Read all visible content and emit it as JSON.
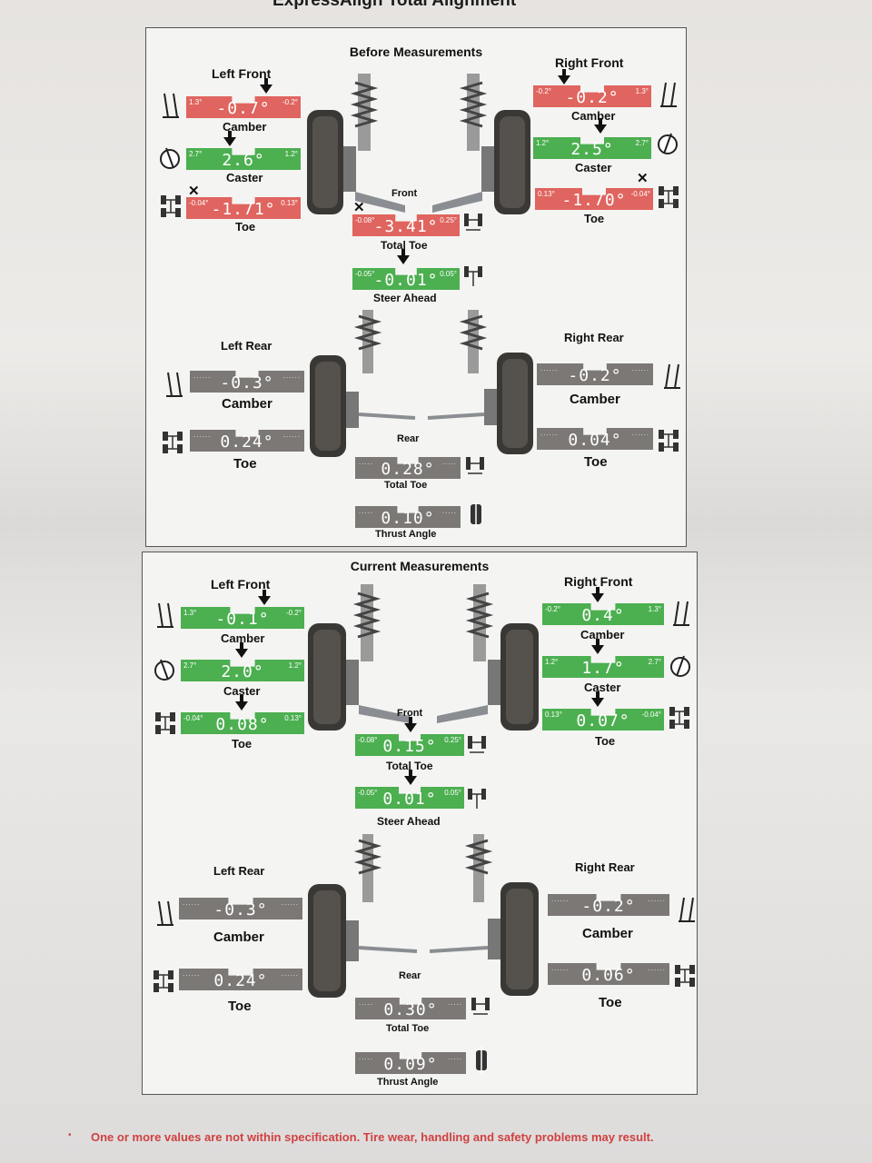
{
  "page_title": "ExpressAlign Total Alignment",
  "before": {
    "title": "Before Measurements",
    "left_front": {
      "title": "Left Front",
      "camber": {
        "label": "Camber",
        "value": "-0.7°",
        "min": "1.3°",
        "max": "-0.2°"
      },
      "caster": {
        "label": "Caster",
        "value": "2.6°",
        "min": "2.7°",
        "max": "1.2°"
      },
      "toe": {
        "label": "Toe",
        "value": "-1.71°",
        "min": "-0.04°",
        "max": "0.13°"
      }
    },
    "right_front": {
      "title": "Right Front",
      "camber": {
        "label": "Camber",
        "value": "-0.2°",
        "min": "-0.2°",
        "max": "1.3°"
      },
      "caster": {
        "label": "Caster",
        "value": "2.5°",
        "min": "1.2°",
        "max": "2.7°"
      },
      "toe": {
        "label": "Toe",
        "value": "-1.70°",
        "min": "0.13°",
        "max": "-0.04°"
      }
    },
    "front": {
      "label": "Front",
      "total_toe": {
        "label": "Total Toe",
        "value": "-3.41°",
        "min": "-0.08°",
        "max": "0.25°"
      },
      "steer_ahead": {
        "label": "Steer Ahead",
        "value": "-0.01°",
        "min": "-0.05°",
        "max": "0.05°"
      }
    },
    "left_rear": {
      "title": "Left Rear",
      "camber": {
        "label": "Camber",
        "value": "-0.3°"
      },
      "toe": {
        "label": "Toe",
        "value": "0.24°"
      }
    },
    "right_rear": {
      "title": "Right Rear",
      "camber": {
        "label": "Camber",
        "value": "-0.2°"
      },
      "toe": {
        "label": "Toe",
        "value": "0.04°"
      }
    },
    "rear": {
      "label": "Rear",
      "total_toe": {
        "label": "Total Toe",
        "value": "0.28°"
      },
      "thrust_angle": {
        "label": "Thrust Angle",
        "value": "0.10°"
      }
    }
  },
  "current": {
    "title": "Current Measurements",
    "left_front": {
      "title": "Left Front",
      "camber": {
        "label": "Camber",
        "value": "-0.1°",
        "min": "1.3°",
        "max": "-0.2°"
      },
      "caster": {
        "label": "Caster",
        "value": "2.0°",
        "min": "2.7°",
        "max": "1.2°"
      },
      "toe": {
        "label": "Toe",
        "value": "0.08°",
        "min": "-0.04°",
        "max": "0.13°"
      }
    },
    "right_front": {
      "title": "Right Front",
      "camber": {
        "label": "Camber",
        "value": "0.4°",
        "min": "-0.2°",
        "max": "1.3°"
      },
      "caster": {
        "label": "Caster",
        "value": "1.7°",
        "min": "1.2°",
        "max": "2.7°"
      },
      "toe": {
        "label": "Toe",
        "value": "0.07°",
        "min": "0.13°",
        "max": "-0.04°"
      }
    },
    "front": {
      "label": "Front",
      "total_toe": {
        "label": "Total Toe",
        "value": "0.15°",
        "min": "-0.08°",
        "max": "0.25°"
      },
      "steer_ahead": {
        "label": "Steer Ahead",
        "value": "0.01°",
        "min": "-0.05°",
        "max": "0.05°"
      }
    },
    "left_rear": {
      "title": "Left Rear",
      "camber": {
        "label": "Camber",
        "value": "-0.3°"
      },
      "toe": {
        "label": "Toe",
        "value": "0.24°"
      }
    },
    "right_rear": {
      "title": "Right Rear",
      "camber": {
        "label": "Camber",
        "value": "-0.2°"
      },
      "toe": {
        "label": "Toe",
        "value": "0.06°"
      }
    },
    "rear": {
      "label": "Rear",
      "total_toe": {
        "label": "Total Toe",
        "value": "0.30°"
      },
      "thrust_angle": {
        "label": "Thrust Angle",
        "value": "0.09°"
      }
    }
  },
  "colors": {
    "out_of_spec": "#e0645f",
    "in_spec": "#4caf50",
    "no_spec": "#7c7876",
    "warning_text": "#d04040"
  },
  "footer": {
    "bullet": "•",
    "warning": "One or more values are not within specification.  Tire wear, handling and safety problems may result."
  }
}
